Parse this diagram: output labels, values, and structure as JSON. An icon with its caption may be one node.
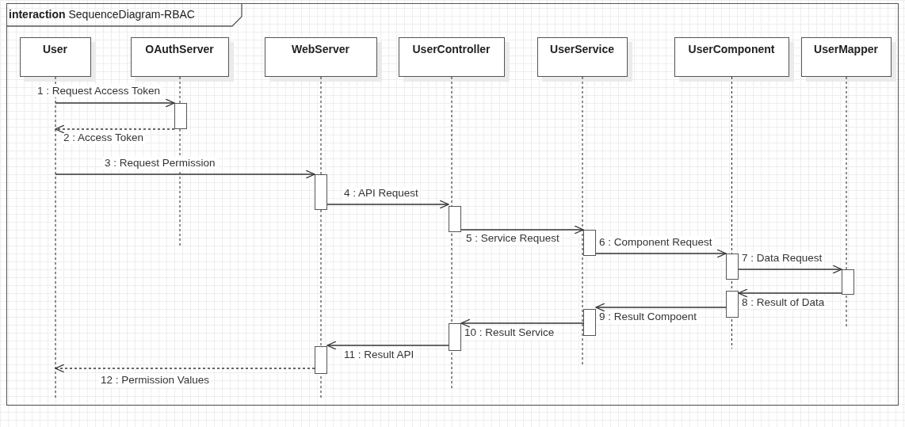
{
  "diagram": {
    "nodes": [
      {
        "text": [
          "**interaction** SequenceDiagram-RBAC"
        ]
      },
      {
        "text": [
          "User"
        ],
        "in": 0
      },
      {
        "text": [
          "OAuthServer"
        ],
        "in": 0
      },
      {
        "text": [
          "WebServer"
        ],
        "in": 0
      },
      {
        "text": [
          "UserController"
        ],
        "in": 0
      },
      {
        "text": [
          "UserService"
        ],
        "in": 0
      },
      {
        "text": [
          "UserComponent"
        ],
        "in": 0
      },
      {
        "text": [
          "UserMapper"
        ],
        "in": 0
      },
      {
        "text": [],
        "shape": "bar",
        "in": 0
      },
      {
        "text": [],
        "shape": "bar",
        "in": 0
      },
      {
        "text": [],
        "shape": "bar",
        "in": 0
      },
      {
        "text": [],
        "shape": "bar",
        "in": 0
      },
      {
        "text": [],
        "shape": "bar",
        "in": 0
      },
      {
        "text": [],
        "shape": "bar",
        "in": 0
      },
      {
        "text": [],
        "shape": "bar",
        "in": 0
      },
      {
        "text": [],
        "shape": "bar",
        "in": 0
      },
      {
        "text": [],
        "shape": "bar",
        "in": 0
      },
      {
        "text": [],
        "shape": "bar",
        "in": 0
      }
    ],
    "edges": [
      {
        "from": null,
        "to": 8,
        "arrow": "to",
        "label": "1 : Request Access Token"
      },
      {
        "from": 8,
        "to": null,
        "arrow": "to",
        "label": "2 : Access Token",
        "style": "dashed"
      },
      {
        "from": null,
        "to": 9,
        "arrow": "to",
        "label": "3 : Request Permission"
      },
      {
        "from": 9,
        "to": 10,
        "arrow": "to",
        "label": "4 : API Request"
      },
      {
        "from": 10,
        "to": 11,
        "arrow": "to",
        "label": "5 : Service Request"
      },
      {
        "from": 11,
        "to": 12,
        "arrow": "to",
        "label": "6 : Component Request"
      },
      {
        "from": 12,
        "to": 13,
        "arrow": "to",
        "label": "7 : Data Request"
      },
      {
        "from": 13,
        "to": 14,
        "arrow": "to",
        "label": "8 : Result of Data"
      },
      {
        "from": 14,
        "to": 15,
        "arrow": "to",
        "label": "9 : Result Compoent"
      },
      {
        "from": 15,
        "to": 16,
        "arrow": "to",
        "label": "10 : Result Service"
      },
      {
        "from": 16,
        "to": 17,
        "arrow": "to",
        "label": "11 : Result API"
      },
      {
        "from": 17,
        "to": null,
        "arrow": "to",
        "label": "12 : Permission Values",
        "style": "dashed"
      }
    ]
  }
}
